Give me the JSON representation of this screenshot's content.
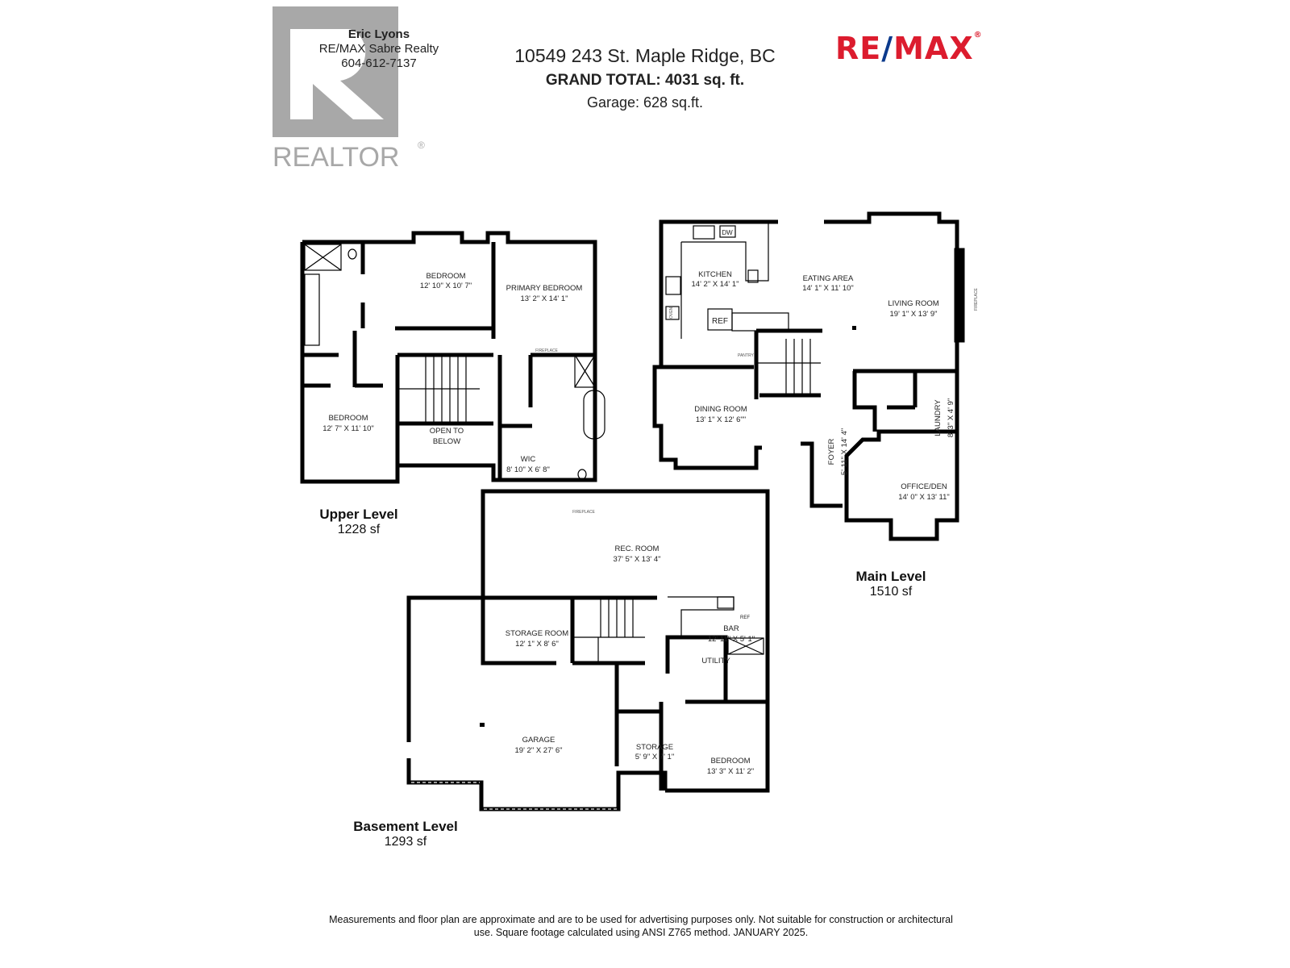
{
  "agent": {
    "name": "Eric Lyons",
    "company": "RE/MAX Sabre Realty",
    "phone": "604-612-7137"
  },
  "realtor_logo": {
    "text": "REALTOR",
    "mark": "®"
  },
  "brand_logo": {
    "text_left": "RE",
    "slash": "/",
    "text_right": "MAX",
    "mark": "®",
    "color_red": "#dc1c2e",
    "color_blue": "#0b3a8c"
  },
  "header": {
    "address": "10549 243 St. Maple Ridge, BC",
    "grand_total": "GRAND TOTAL:  4031 sq. ft.",
    "garage": "Garage: 628 sq.ft."
  },
  "levels": {
    "upper": {
      "title": "Upper Level",
      "area": "1228 sf"
    },
    "main": {
      "title": "Main Level",
      "area": "1510 sf"
    },
    "basement": {
      "title": "Basement Level",
      "area": "1293 sf"
    }
  },
  "rooms": {
    "upper": [
      {
        "name": "BEDROOM",
        "dims": "12' 10\" X 10' 7\""
      },
      {
        "name": "PRIMARY BEDROOM",
        "dims": "13' 2\" X 14' 1\""
      },
      {
        "name": "BEDROOM",
        "dims": "12' 7\" X 11' 10\""
      },
      {
        "name": "OPEN TO",
        "dims": "BELOW"
      },
      {
        "name": "WIC",
        "dims": "8' 10\" X 6' 8\""
      }
    ],
    "main": [
      {
        "name": "KITCHEN",
        "dims": "14' 2\" X 14' 1\""
      },
      {
        "name": "EATING AREA",
        "dims": "14' 1\" X 11' 10\""
      },
      {
        "name": "LIVING ROOM",
        "dims": "19' 1\" X 13' 9\""
      },
      {
        "name": "DINING ROOM",
        "dims": "13' 1\" X 12' 6\"\""
      },
      {
        "name": "FOYER",
        "dims": "5' 11\" X 14' 4\""
      },
      {
        "name": "LAUNDRY",
        "dims": "8' 3\" X 4' 9\""
      },
      {
        "name": "OFFICE/DEN",
        "dims": "14' 0\" X 13' 11\""
      }
    ],
    "basement": [
      {
        "name": "REC. ROOM",
        "dims": "37' 5\" X 13' 4\""
      },
      {
        "name": "STORAGE ROOM",
        "dims": "12' 1\" X 8' 6\""
      },
      {
        "name": "BAR",
        "dims": "12' 11\" X 5' 1\""
      },
      {
        "name": "UTILITY",
        "dims": ""
      },
      {
        "name": "GARAGE",
        "dims": "19' 2\" X 27' 6\""
      },
      {
        "name": "STORAGE",
        "dims": "5' 9\" X 7' 1\""
      },
      {
        "name": "BEDROOM",
        "dims": "13' 3\" X 11' 2\""
      }
    ]
  },
  "fixtures": {
    "fireplace": "FIREPLACE",
    "dw": "DW",
    "ref": "REF",
    "oven": "OVEN",
    "pantry": "PANTRY"
  },
  "footer": {
    "line1": "Measurements and floor plan are approximate and are to be used for advertising purposes only. Not suitable for construction or architectural",
    "line2": "use. Square footage calculated using ANSI Z765 method. JANUARY 2025."
  }
}
